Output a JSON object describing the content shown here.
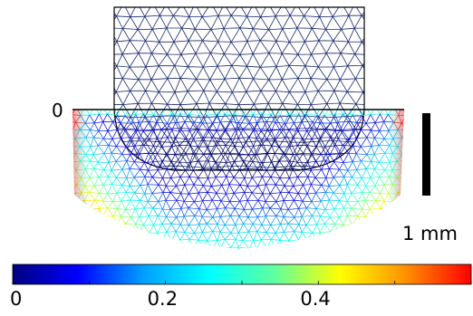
{
  "figure": {
    "zero_marker": "0",
    "scale_bar_label": "1 mm",
    "colorbar_ticks": [
      "0",
      "0.2",
      "0.4"
    ],
    "colorbar_tick_values": [
      0,
      0.2,
      0.4
    ],
    "colorbar_range": [
      0,
      0.6
    ],
    "colormap": [
      "#00007f",
      "#0000ff",
      "#00a0ff",
      "#00ffff",
      "#60ff9f",
      "#ffff00",
      "#ff9000",
      "#ff0000"
    ]
  },
  "colors": {
    "mesh_upper": "#1a2a6a",
    "outline": "#000000",
    "scale_bar": "#000000"
  }
}
